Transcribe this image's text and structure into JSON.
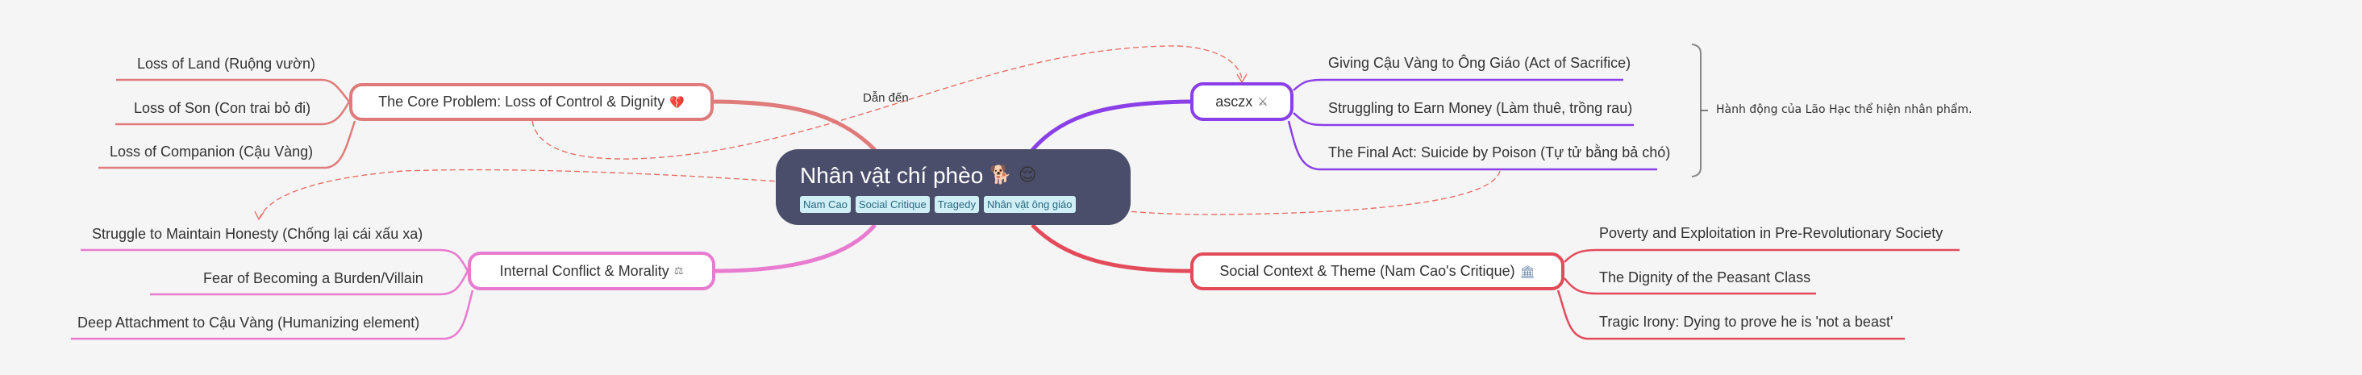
{
  "root": {
    "title": "Nhân vật chí phèo",
    "icons": [
      "dog-icon",
      "relieved-face-icon"
    ],
    "tags": [
      "Nam Cao",
      "Social Critique",
      "Tragedy",
      "Nhân vật ông giáo"
    ]
  },
  "branches": [
    {
      "id": "core-problem",
      "label": "The Core Problem: Loss of Control & Dignity",
      "icon": "broken-heart-icon",
      "icon_glyph": "💔",
      "color": "#e07b7b",
      "side": "left",
      "children": [
        "Loss of Land (Ruộng vườn)",
        "Loss of Son (Con trai bỏ đi)",
        "Loss of Companion (Cậu Vàng)"
      ]
    },
    {
      "id": "internal-conflict",
      "label": "Internal Conflict & Morality",
      "icon": "scales-icon",
      "icon_glyph": "⚖",
      "color": "#e87bd0",
      "side": "left",
      "children": [
        "Struggle to Maintain Honesty (Chống lại cái xấu xa)",
        "Fear of Becoming a Burden/Villain",
        "Deep Attachment to Cậu Vàng (Humanizing element)"
      ]
    },
    {
      "id": "asczx",
      "label": "asczx",
      "icon": "crossed-swords-icon",
      "icon_glyph": "⚔",
      "color": "#8a3fe8",
      "side": "right",
      "children": [
        "Giving Cậu Vàng to Ông Giáo (Act of Sacrifice)",
        "Struggling to Earn Money (Làm thuê, trồng rau)",
        "The Final Act: Suicide by Poison (Tự tử bằng bả chó)"
      ]
    },
    {
      "id": "social-context",
      "label": "Social Context & Theme (Nam Cao's Critique)",
      "icon": "classical-building-icon",
      "icon_glyph": "🏛",
      "color": "#e34b5a",
      "side": "right",
      "children": [
        "Poverty and Exploitation in Pre-Revolutionary Society",
        "The Dignity of the Peasant Class",
        "Tragic Irony: Dying to prove he is 'not a beast'"
      ]
    }
  ],
  "summary": {
    "text": "Hành động của Lão Hạc thể hiện nhân phẩm.",
    "applies_to": "asczx"
  },
  "relationships": [
    {
      "from": "core-problem",
      "to": "asczx",
      "label": "Dẫn đến"
    },
    {
      "from": "asczx.children.2",
      "to": "internal-conflict.children.0",
      "label": ""
    }
  ],
  "colors": {
    "background": "#f5f5f5",
    "root": "#4b4e6a",
    "relationship": "#e8685e",
    "tag_bg": "#cfeef6",
    "tag_text": "#2b6a80"
  }
}
